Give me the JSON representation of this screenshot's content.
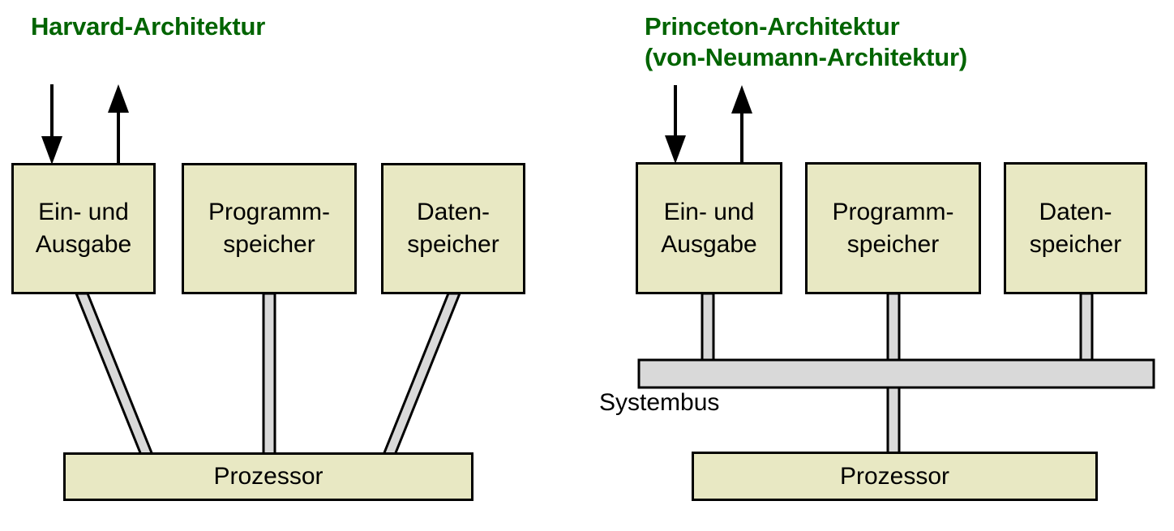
{
  "diagram": {
    "title_color": "#006400",
    "box_fill": "#e8e8c3",
    "box_stroke": "#000000",
    "bus_fill": "#d9d9d9",
    "background": "#ffffff"
  },
  "left": {
    "title": "Harvard-Architektur",
    "boxes": [
      {
        "line1": "Ein- und",
        "line2": "Ausgabe"
      },
      {
        "line1": "Programm-",
        "line2": "speicher"
      },
      {
        "line1": "Daten-",
        "line2": "speicher"
      }
    ],
    "processor": "Prozessor"
  },
  "right": {
    "title_line1": "Princeton-Architektur",
    "title_line2": "(von-Neumann-Architektur)",
    "boxes": [
      {
        "line1": "Ein- und",
        "line2": "Ausgabe"
      },
      {
        "line1": "Programm-",
        "line2": "speicher"
      },
      {
        "line1": "Daten-",
        "line2": "speicher"
      }
    ],
    "bus_label": "Systembus",
    "processor": "Prozessor"
  }
}
